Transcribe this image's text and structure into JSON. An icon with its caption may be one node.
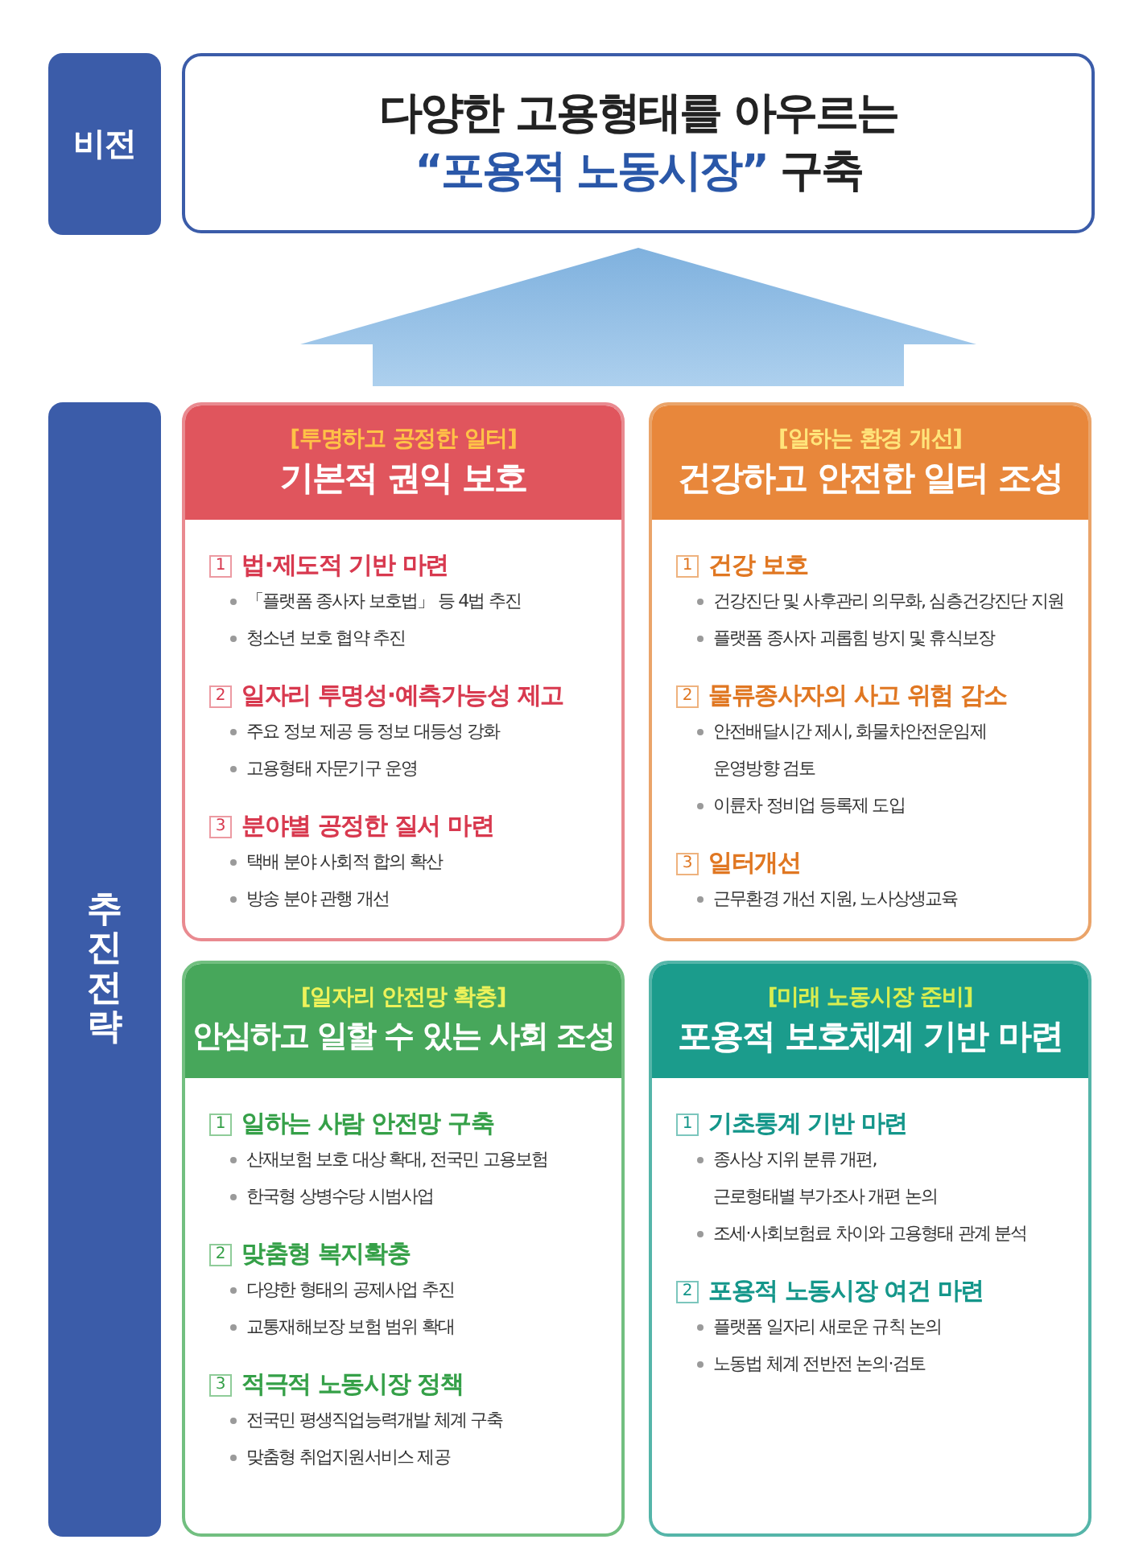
{
  "diagram": {
    "nodes": [
      {
        "text": [
          "비전"
        ]
      },
      {
        "text": [
          "다양한 고용형태를 아우르는 **“포용적 노동시장”** 구축"
        ]
      },
      {
        "text": [
          "추진전략"
        ]
      },
      {
        "text": [
          "[투명하고 공정한 일터]",
          "기본적 권익 보호"
        ]
      },
      {
        "text": [
          "1"
        ],
        "in": 3,
        "beside": [
          "법·제도적 기반 마련",
          "「플랫폼 종사자 보호법」 등 4법 추진",
          "청소년 보호 협약 추진"
        ]
      },
      {
        "text": [
          "2"
        ],
        "in": 3,
        "beside": [
          "일자리 투명성·예측가능성 제고",
          "주요 정보 제공 등 정보 대등성 강화",
          "고용형태 자문기구 운영"
        ]
      },
      {
        "text": [
          "3"
        ],
        "in": 3,
        "beside": [
          "분야별 공정한 질서 마련",
          "택배 분야 사회적 합의 확산",
          "방송 분야 관행 개선"
        ]
      },
      {
        "text": [
          "[일하는 환경 개선]",
          "건강하고 안전한 일터 조성"
        ]
      },
      {
        "text": [
          "1"
        ],
        "in": 7,
        "beside": [
          "건강 보호",
          "건강진단 및 사후관리 의무화, 심층건강진단 지원",
          "플랫폼 종사자 괴롭힘 방지 및 휴식보장"
        ]
      },
      {
        "text": [
          "2"
        ],
        "in": 7,
        "beside": [
          "물류종사자의 사고 위험 감소",
          "안전배달시간 제시, 화물차안전운임제 운영방향 검토",
          "이륜차 정비업 등록제 도입"
        ]
      },
      {
        "text": [
          "3"
        ],
        "in": 7,
        "beside": [
          "일터개선",
          "근무환경 개선 지원, 노사상생교육"
        ]
      },
      {
        "text": [
          "[일자리 안전망 확충]",
          "안심하고 일할 수 있는 사회 조성"
        ]
      },
      {
        "text": [
          "1"
        ],
        "in": 11,
        "beside": [
          "일하는 사람 안전망 구축",
          "산재보험 보호 대상 확대, 전국민 고용보험",
          "한국형 상병수당 시범사업"
        ]
      },
      {
        "text": [
          "2"
        ],
        "in": 11,
        "beside": [
          "맞춤형 복지확충",
          "다양한 형태의 공제사업 추진",
          "교통재해보장 보험 범위 확대"
        ]
      },
      {
        "text": [
          "3"
        ],
        "in": 11,
        "beside": [
          "적극적 노동시장 정책",
          "전국민 평생직업능력개발 체계 구축",
          "맞춤형 취업지원서비스 제공"
        ]
      },
      {
        "text": [
          "[미래 노동시장 준비]",
          "포용적 보호체계 기반 마련"
        ]
      },
      {
        "text": [
          "1"
        ],
        "in": 15,
        "beside": [
          "기초통계 기반 마련",
          "종사상 지위 분류 개편, 근로형태별 부가조사 개편 논의",
          "조세·사회보험료 차이와 고용형태 관계 분석"
        ]
      },
      {
        "text": [
          "2"
        ],
        "in": 15,
        "beside": [
          "포용적 노동시장 여건 마련",
          "플랫폼 일자리 새로운 규칙 논의",
          "노동법 체계 전반전 논의·검토"
        ]
      }
    ],
    "edges": [
      {
        "from": null,
        "to": 1,
        "arrow": "to",
        "style": "thick"
      }
    ]
  }
}
